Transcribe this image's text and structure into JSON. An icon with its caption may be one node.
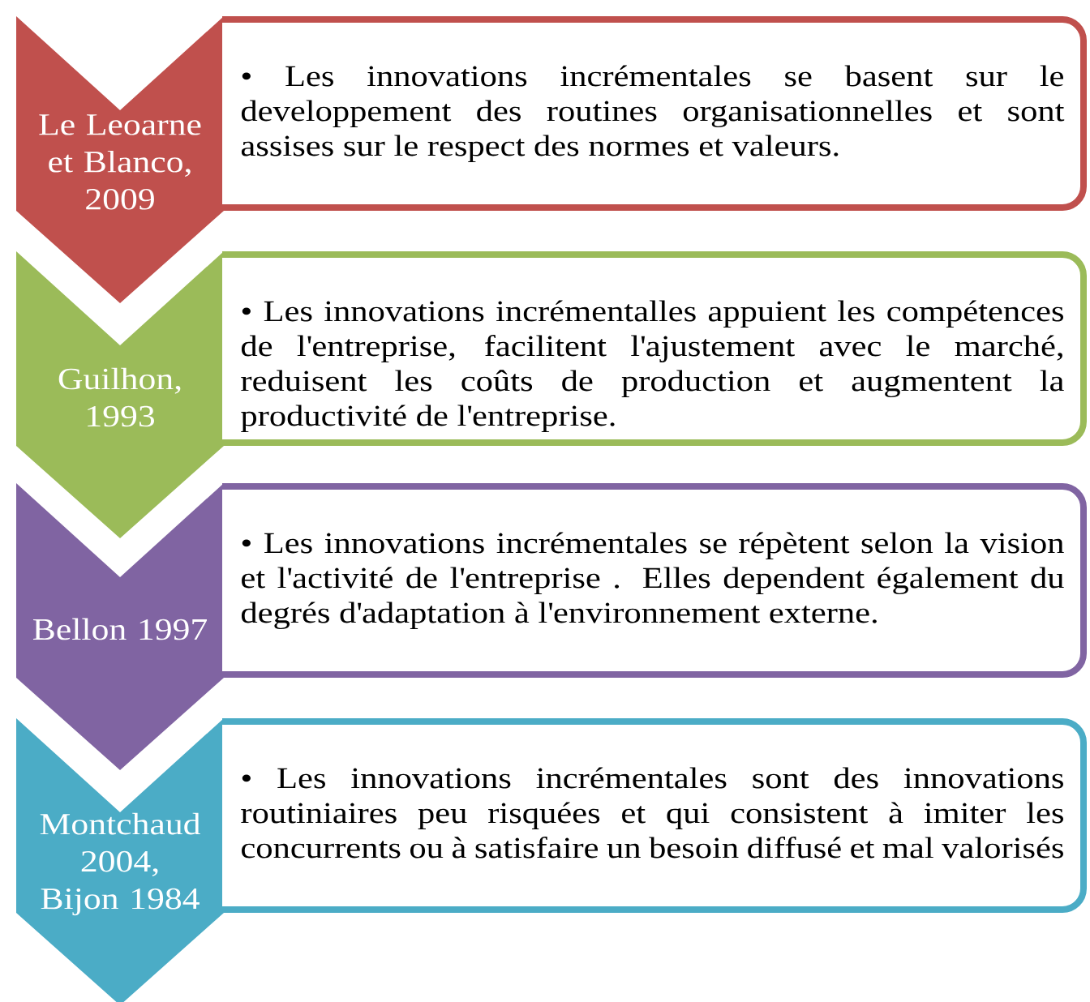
{
  "diagram": {
    "nodes": [
      {
        "text": [
          "Le Leoarne et Blanco, 2009"
        ]
      },
      {
        "text": [
          "• Les innovations incrémentales se basent sur le developpement des routines organisationnelles et sont assises sur le respect des normes et valeurs."
        ]
      },
      {
        "text": [
          "Guilhon, 1993"
        ]
      },
      {
        "text": [
          "• Les innovations incrémentalles appuient les compétences de l'entreprise, facilitent l'ajustement avec le marché, reduisent les coûts de production et augmentent la productivité de l'entreprise."
        ]
      },
      {
        "text": [
          "Bellon 1997"
        ]
      },
      {
        "text": [
          "• Les innovations incrémentales se répètent selon la vision et l'activité de l'entreprise . Elles dependent également du degrés d'adaptation à l'environnement externe."
        ]
      },
      {
        "text": [
          "Montchaud 2004, Bijon 1984"
        ]
      },
      {
        "text": [
          "• Les innovations incrémentales sont des innovations routiniaires peu risquées et qui consistent à imiter les concurrents ou à satisfaire un besoin diffusé et mal valorisés"
        ]
      }
    ]
  }
}
